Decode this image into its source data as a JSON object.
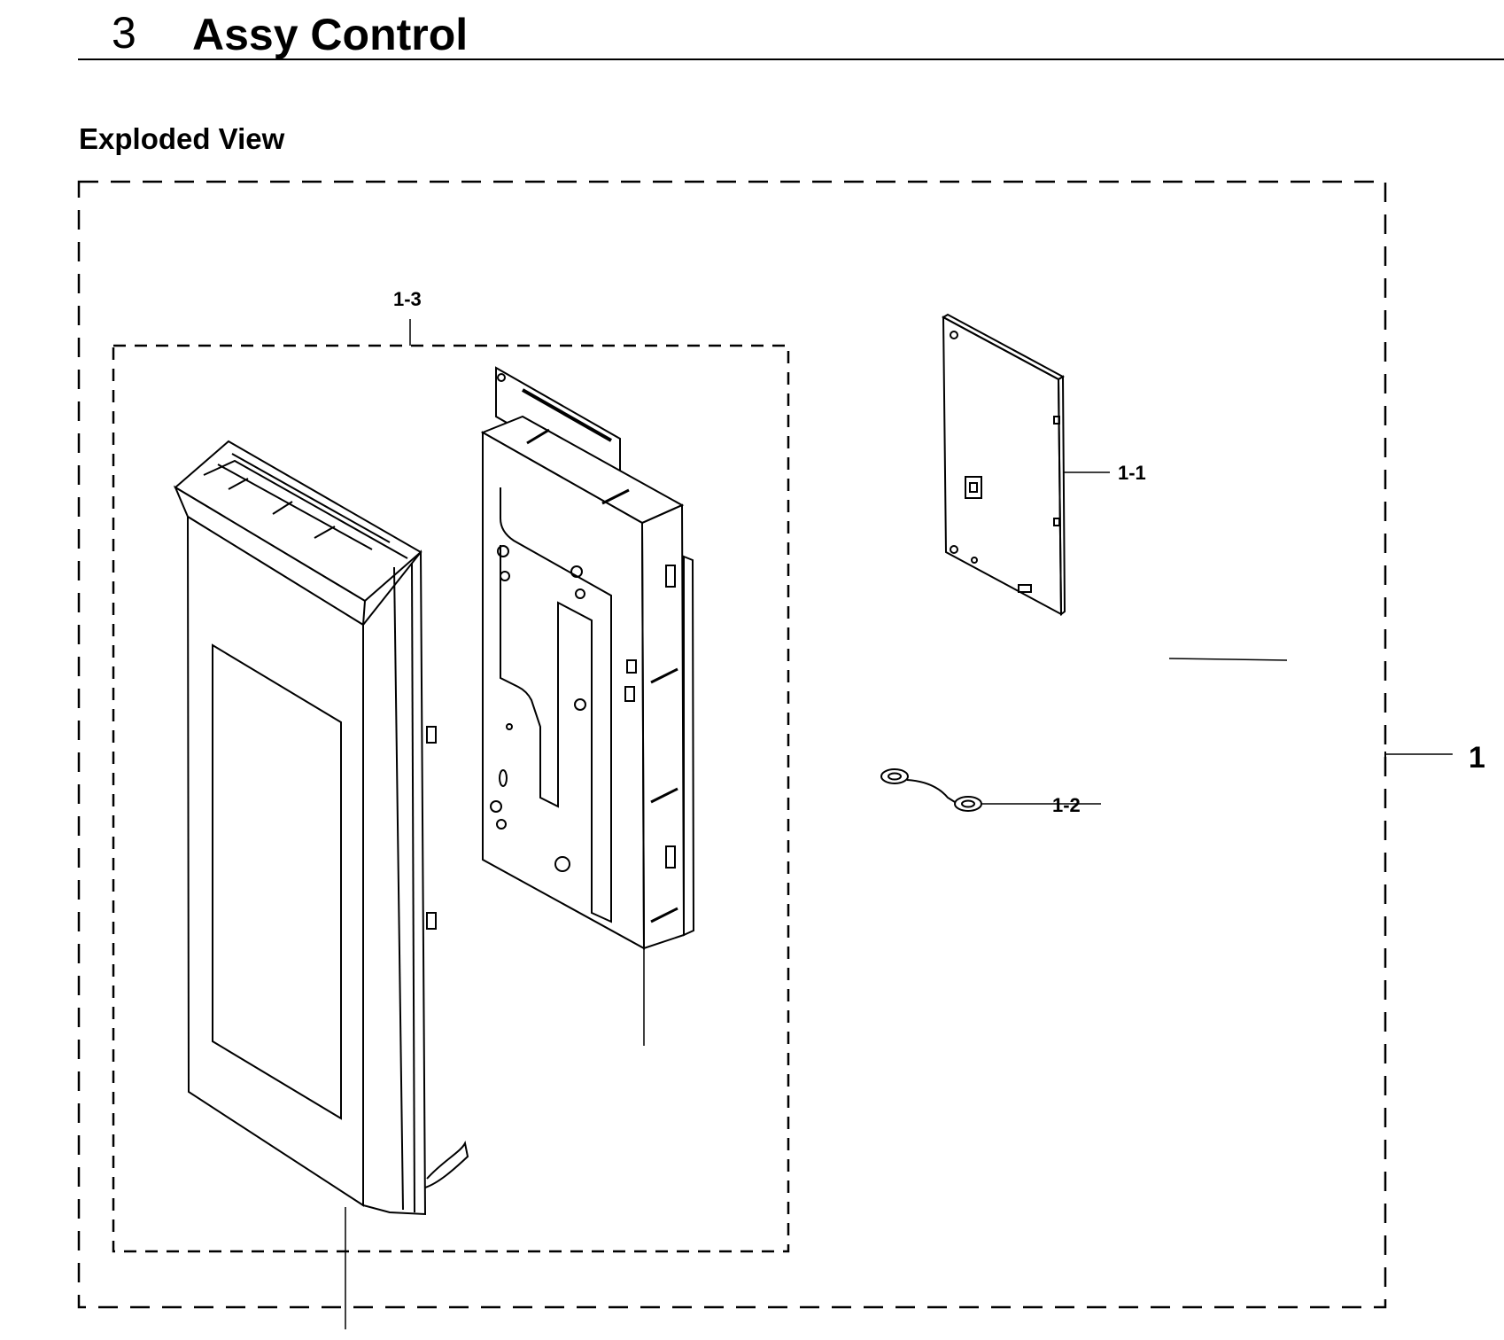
{
  "header": {
    "section_number": "3",
    "section_title": "Assy Control"
  },
  "view": {
    "subheading": "Exploded View"
  },
  "callouts": {
    "assembly": "1",
    "pcb": "1-1",
    "wire": "1-2",
    "sub_assembly": "1-3"
  },
  "icons": [
    "control-panel-front-icon",
    "mounting-bracket-icon",
    "pcb-board-icon",
    "ground-wire-icon"
  ]
}
